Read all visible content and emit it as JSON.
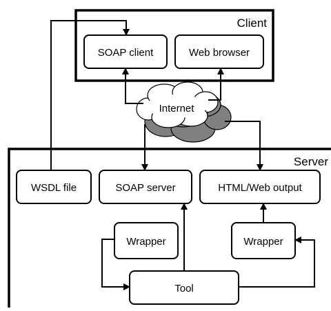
{
  "client": {
    "label": "Client"
  },
  "server": {
    "label": "Server"
  },
  "nodes": {
    "soap_client": "SOAP client",
    "web_browser": "Web browser",
    "internet": "Internet",
    "wsdl_file": "WSDL file",
    "soap_server": "SOAP server",
    "html_web_output": "HTML/Web output",
    "wrapper_left": "Wrapper",
    "wrapper_right": "Wrapper",
    "tool": "Tool"
  },
  "colors": {
    "line": "#000000",
    "cloud_fill": "#ffffff",
    "cloud_shadow": "#808080"
  }
}
